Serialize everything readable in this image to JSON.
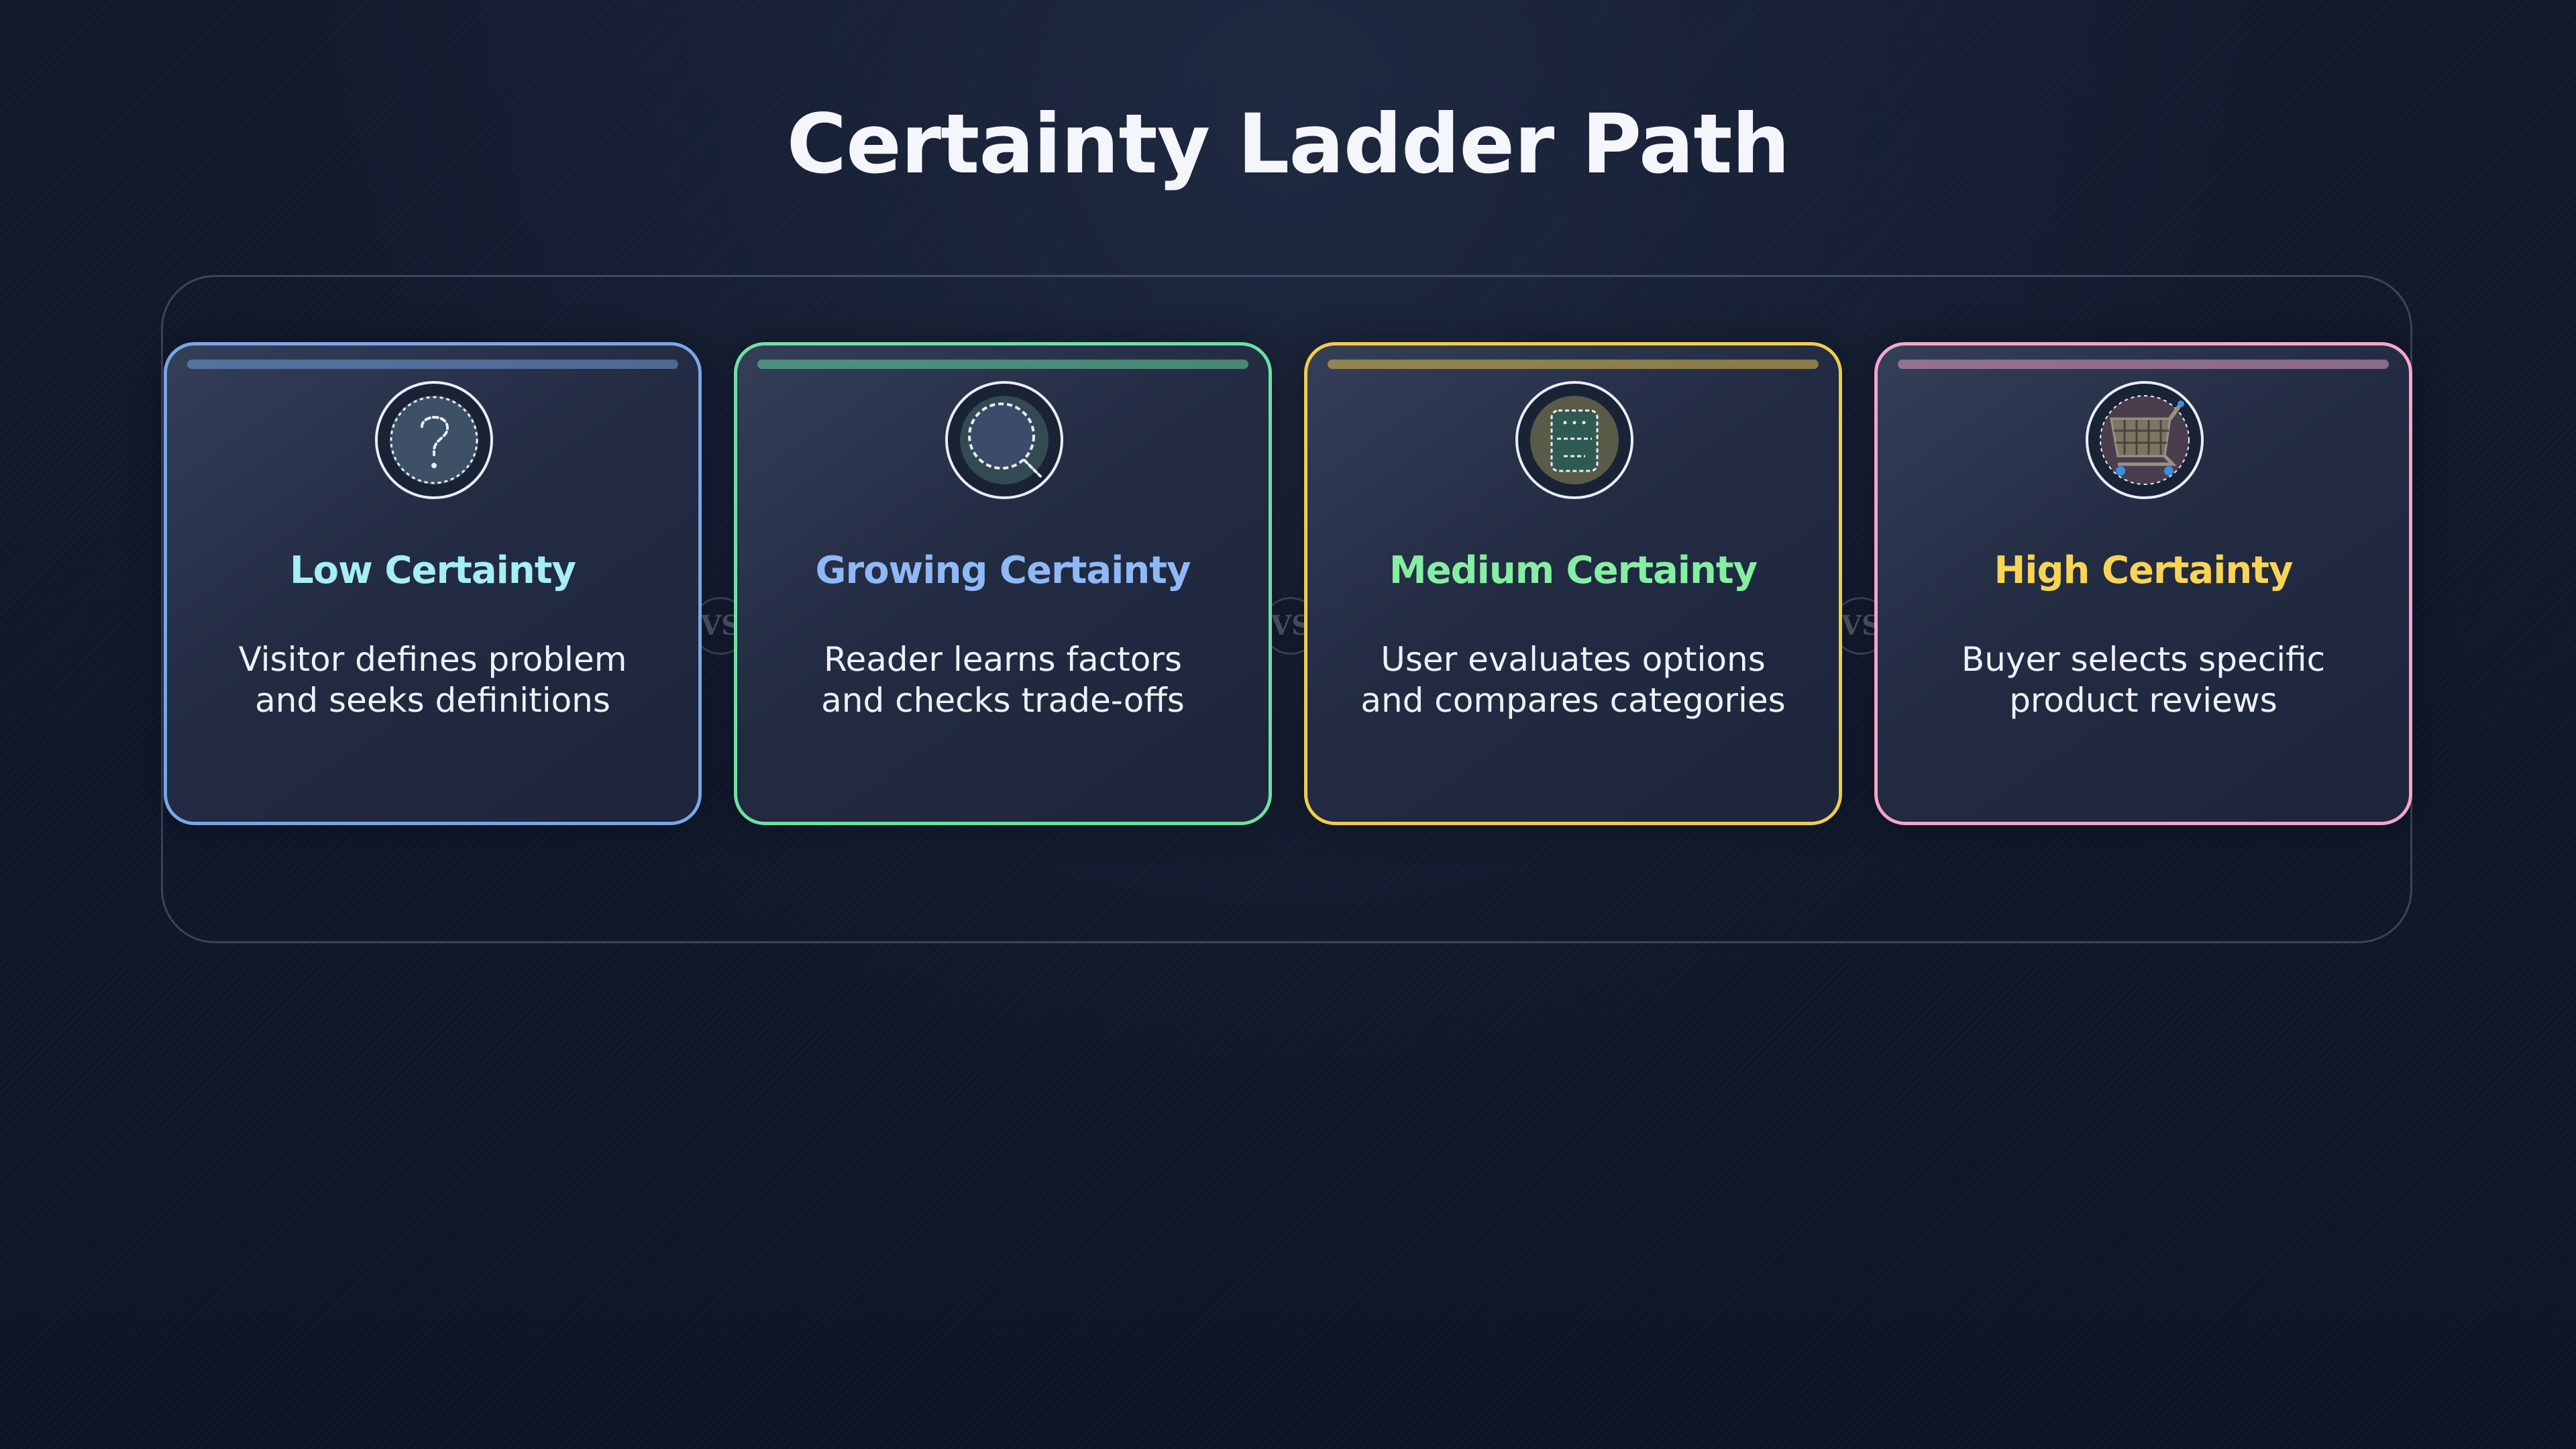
{
  "title": "Certainty Ladder Path",
  "separator_label": "VS",
  "stages": [
    {
      "title": "Low Certainty",
      "description": "Visitor defines problem\nand seeks definitions",
      "icon": "question-mark-icon",
      "border_color": "#7aa6e6",
      "title_color": "#a5eef4"
    },
    {
      "title": "Growing Certainty",
      "description": "Reader learns factors\nand checks trade-offs",
      "icon": "magnifying-glass-icon",
      "border_color": "#6fe0a4",
      "title_color": "#8fb8f6"
    },
    {
      "title": "Medium Certainty",
      "description": "User evaluates options\nand compares categories",
      "icon": "comparison-table-icon",
      "border_color": "#f2cc4f",
      "title_color": "#86eea3"
    },
    {
      "title": "High Certainty",
      "description": "Buyer selects specific\nproduct reviews",
      "icon": "shopping-cart-icon",
      "border_color": "#f3a6cc",
      "title_color": "#f8d456"
    }
  ]
}
